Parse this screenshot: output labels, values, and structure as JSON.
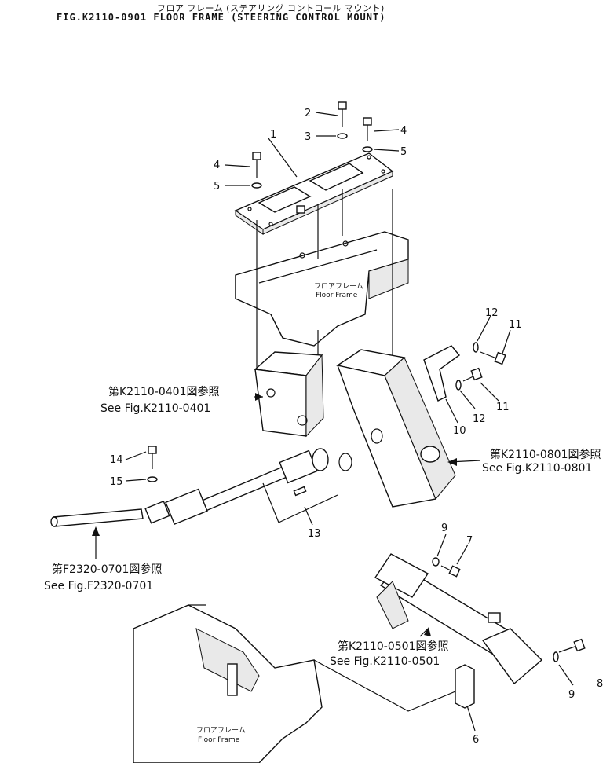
{
  "header": {
    "jp_title": "フロア フレーム (ステアリング コントロール マウント)",
    "fig_title": "FIG.K2110-0901  FLOOR FRAME (STEERING CONTROL MOUNT)"
  },
  "part_labels": {
    "p1": "1",
    "p2": "2",
    "p3": "3",
    "p4a": "4",
    "p4b": "4",
    "p5a": "5",
    "p5b": "5",
    "p6": "6",
    "p7": "7",
    "p8": "8",
    "p9a": "9",
    "p9b": "9",
    "p10": "10",
    "p11a": "11",
    "p11b": "11",
    "p12a": "12",
    "p12b": "12",
    "p13": "13",
    "p14": "14",
    "p15": "15"
  },
  "references": {
    "r0401_jp": "第K2110-0401図参照",
    "r0401_en": "See Fig.K2110-0401",
    "r0801_jp": "第K2110-0801図参照",
    "r0801_en": "See Fig.K2110-0801",
    "r0701_jp": "第F2320-0701図参照",
    "r0701_en": "See Fig.F2320-0701",
    "r0501_jp": "第K2110-0501図参照",
    "r0501_en": "See Fig.K2110-0501"
  },
  "floor_frame_labels": {
    "top_jp": "フロアフレーム",
    "top_en": "Floor Frame",
    "bottom_jp": "フロアフレーム",
    "bottom_en": "Floor Frame"
  }
}
